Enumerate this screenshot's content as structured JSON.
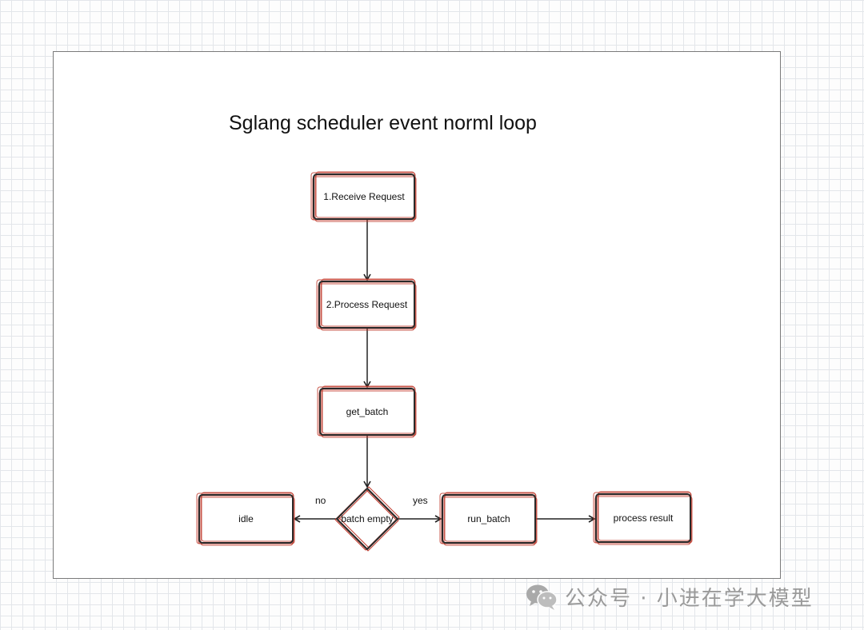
{
  "diagram": {
    "title": "Sglang scheduler event norml loop",
    "nodes": [
      {
        "id": "receive",
        "label": "1.Receive Request",
        "shape": "rect"
      },
      {
        "id": "process",
        "label": "2.Process Request",
        "shape": "rect"
      },
      {
        "id": "get_batch",
        "label": "get_batch",
        "shape": "rect"
      },
      {
        "id": "batch_empty",
        "label": "batch empty",
        "shape": "diamond"
      },
      {
        "id": "idle",
        "label": "idle",
        "shape": "rect"
      },
      {
        "id": "run_batch",
        "label": "run_batch",
        "shape": "rect"
      },
      {
        "id": "process_result",
        "label": "process result",
        "shape": "rect"
      }
    ],
    "edges": [
      {
        "from": "receive",
        "to": "process",
        "label": ""
      },
      {
        "from": "process",
        "to": "get_batch",
        "label": ""
      },
      {
        "from": "get_batch",
        "to": "batch_empty",
        "label": ""
      },
      {
        "from": "batch_empty",
        "to": "idle",
        "label": "no"
      },
      {
        "from": "batch_empty",
        "to": "run_batch",
        "label": "yes"
      },
      {
        "from": "run_batch",
        "to": "process_result",
        "label": ""
      }
    ],
    "colors": {
      "box_border": "#2a2a2a",
      "sketch_stroke": "#c0392b",
      "arrow": "#222222",
      "frame_border": "#7a7a7a",
      "grid": "#e3e6ea"
    }
  },
  "watermark": {
    "icon": "wechat-icon",
    "text": "公众号 · 小进在学大模型"
  }
}
